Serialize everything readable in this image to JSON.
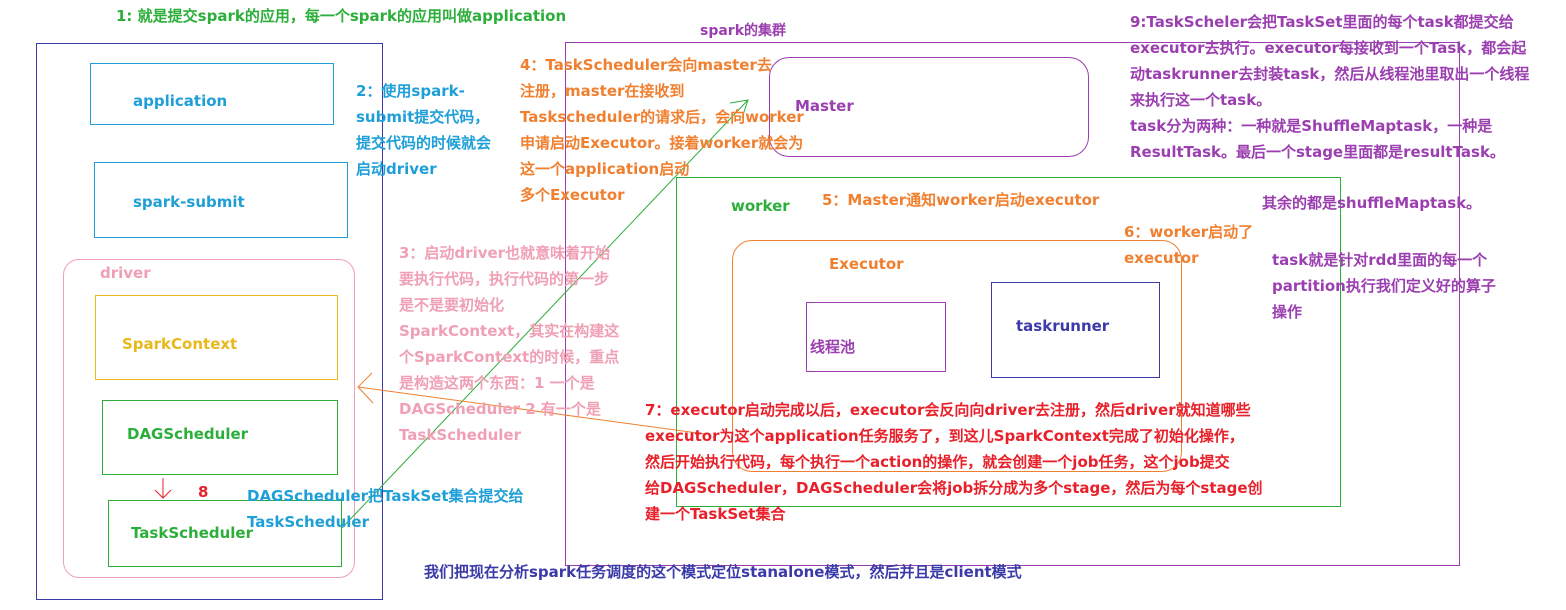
{
  "colors": {
    "blue": "#1f9fd8",
    "green": "#2cae3a",
    "pink": "#f0a0b4",
    "yellow": "#e8b81c",
    "orange": "#f08030",
    "purple": "#9b3fb0",
    "red": "#e8202a",
    "darkblue": "#3a3aa8"
  },
  "notes": {
    "n1": "1: 就是提交spark的应用，每一个spark的应用叫做application",
    "n2": [
      "2：使用spark-",
      "submit提交代码，",
      "提交代码的时候就会",
      "启动driver"
    ],
    "n3": [
      "3：启动driver也就意味着开始",
      "要执行代码，执行代码的第一步",
      "是不是要初始化",
      "SparkContext，其实在构建这",
      "个SparkContext的时候，重点",
      "是构造这两个东西：1 一个是",
      "DAGScheduler 2 有一个是",
      "TaskScheduler"
    ],
    "n4": [
      "4：TaskScheduler会向master去",
      "注册，master在接收到",
      "Taskscheduler的请求后，会向worker",
      "申请启动Executor。接着worker就会为",
      "这一个application启动",
      "多个Executor"
    ],
    "n5": "5：Master通知worker启动executor",
    "n6": [
      "6：worker启动了",
      "executor"
    ],
    "n7": [
      "7：executor启动完成以后，executor会反向向driver去注册，然后driver就知道哪些",
      "executor为这个application任务服务了，到这儿SparkContext完成了初始化操作，",
      "然后开始执行代码，每个执行一个action的操作，就会创建一个job任务，这个job提交",
      "给DAGScheduler，DAGScheduler会将job拆分成为多个stage，然后为每个stage创",
      "建一个TaskSet集合"
    ],
    "n8": "8",
    "n8text": [
      "DAGScheduler把TaskSet集合提交给",
      "TaskScheduler"
    ],
    "n9": [
      "9:TaskScheler会把TaskSet里面的每个task都提交给",
      "executor去执行。executor每接收到一个Task，都会起",
      "动taskrunner去封装task，然后从线程池里取出一个线程",
      "来执行这一个task。",
      "task分为两种：一种就是ShuffleMaptask，一种是",
      "ResultTask。最后一个stage里面都是resultTask。"
    ],
    "n9b": "其余的都是shuffleMaptask。",
    "n10": [
      "task就是针对rdd里面的每一个",
      "partition执行我们定义好的算子",
      "操作"
    ],
    "bottom": "我们把现在分析spark任务调度的这个模式定位stanalone模式，然后并且是client模式"
  },
  "boxes": {
    "application": "application",
    "spark_submit": "spark-submit",
    "driver": "driver",
    "spark_context": "SparkContext",
    "dag_scheduler": "DAGScheduler",
    "task_scheduler": "TaskScheduler",
    "cluster": "spark的集群",
    "master": "Master",
    "worker": "worker",
    "executor": "Executor",
    "thread_pool": "线程池",
    "taskrunner": "taskrunner"
  }
}
